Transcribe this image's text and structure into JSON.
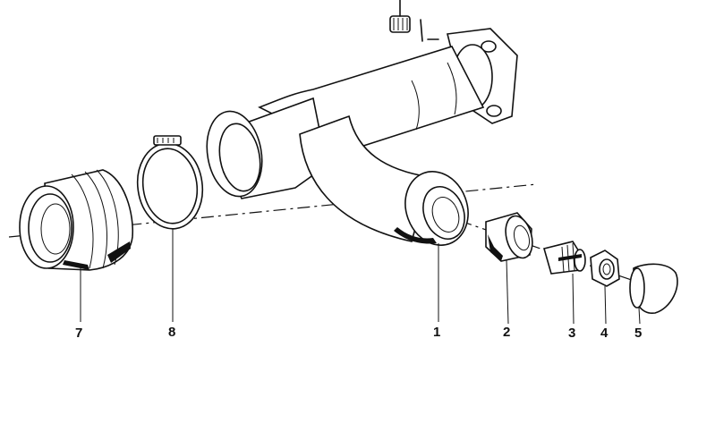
{
  "diagram": {
    "background": "#ffffff",
    "line_color": "#111111",
    "callouts": [
      {
        "id": "c1",
        "label": "1"
      },
      {
        "id": "c2",
        "label": "2"
      },
      {
        "id": "c3",
        "label": "3"
      },
      {
        "id": "c4",
        "label": "4"
      },
      {
        "id": "c5",
        "label": "5"
      },
      {
        "id": "c7",
        "label": "7"
      },
      {
        "id": "c8",
        "label": "8"
      }
    ]
  }
}
